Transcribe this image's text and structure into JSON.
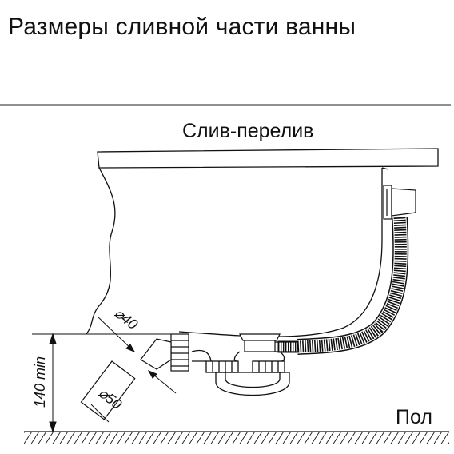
{
  "title": "Размеры сливной части ванны",
  "labels": {
    "overflow": "Слив-перелив",
    "floor": "Пол"
  },
  "dimensions": {
    "height_min": "140 min",
    "pipe_small": "⌀40",
    "pipe_large": "⌀50"
  }
}
